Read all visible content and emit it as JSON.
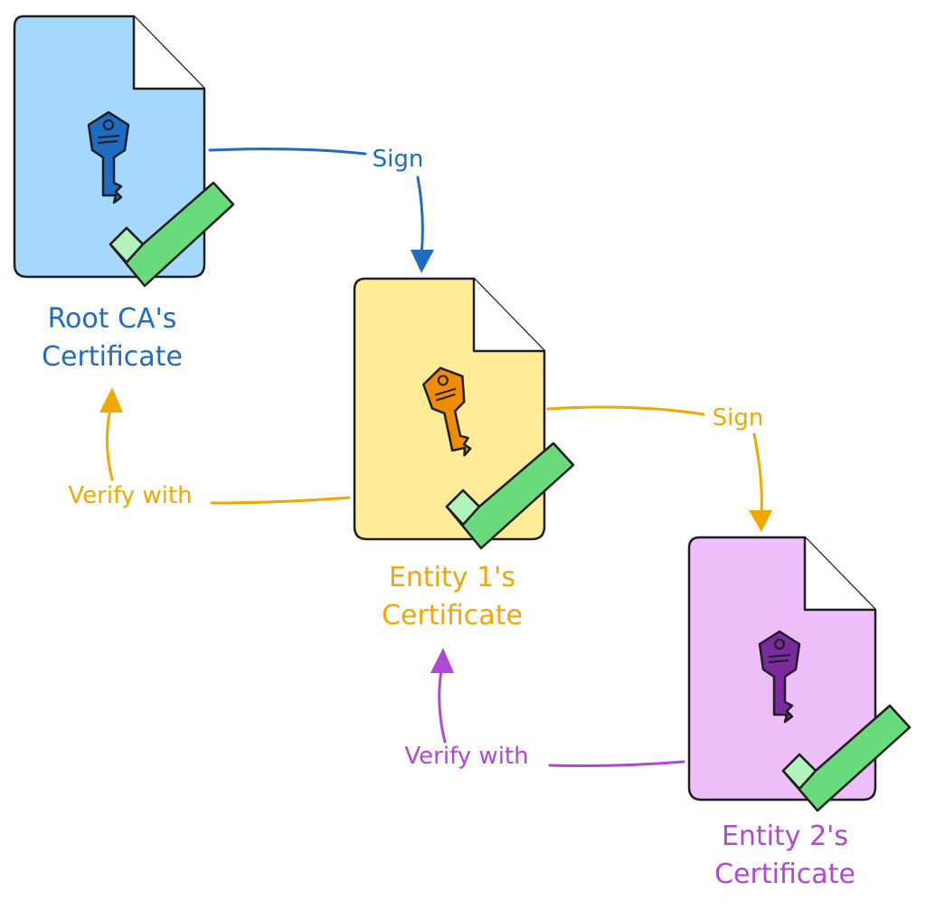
{
  "colors": {
    "root": "#1e6bbf",
    "root_fill": "#a5d8ff",
    "entity1": "#f0a800",
    "entity1_fill": "#ffec99",
    "entity1_key": "#f08c00",
    "entity2": "#b147d6",
    "entity2_fill": "#eebefa",
    "entity2_key": "#7b2a9e",
    "check": "#69db7c",
    "check_light": "#b2f2bb",
    "ink": "#1e1e1e"
  },
  "certificates": {
    "root": {
      "line1": "Root CA's",
      "line2": "Certificate",
      "icon": "key-icon"
    },
    "entity1": {
      "line1": "Entity 1's",
      "line2": "Certificate",
      "icon": "key-icon"
    },
    "entity2": {
      "line1": "Entity 2's",
      "line2": "Certificate",
      "icon": "key-icon"
    }
  },
  "edges": {
    "sign_root_to_entity1": "Sign",
    "sign_entity1_to_entity2": "Sign",
    "verify_entity1_with_root": "Verify with",
    "verify_entity2_with_entity1": "Verify with"
  }
}
